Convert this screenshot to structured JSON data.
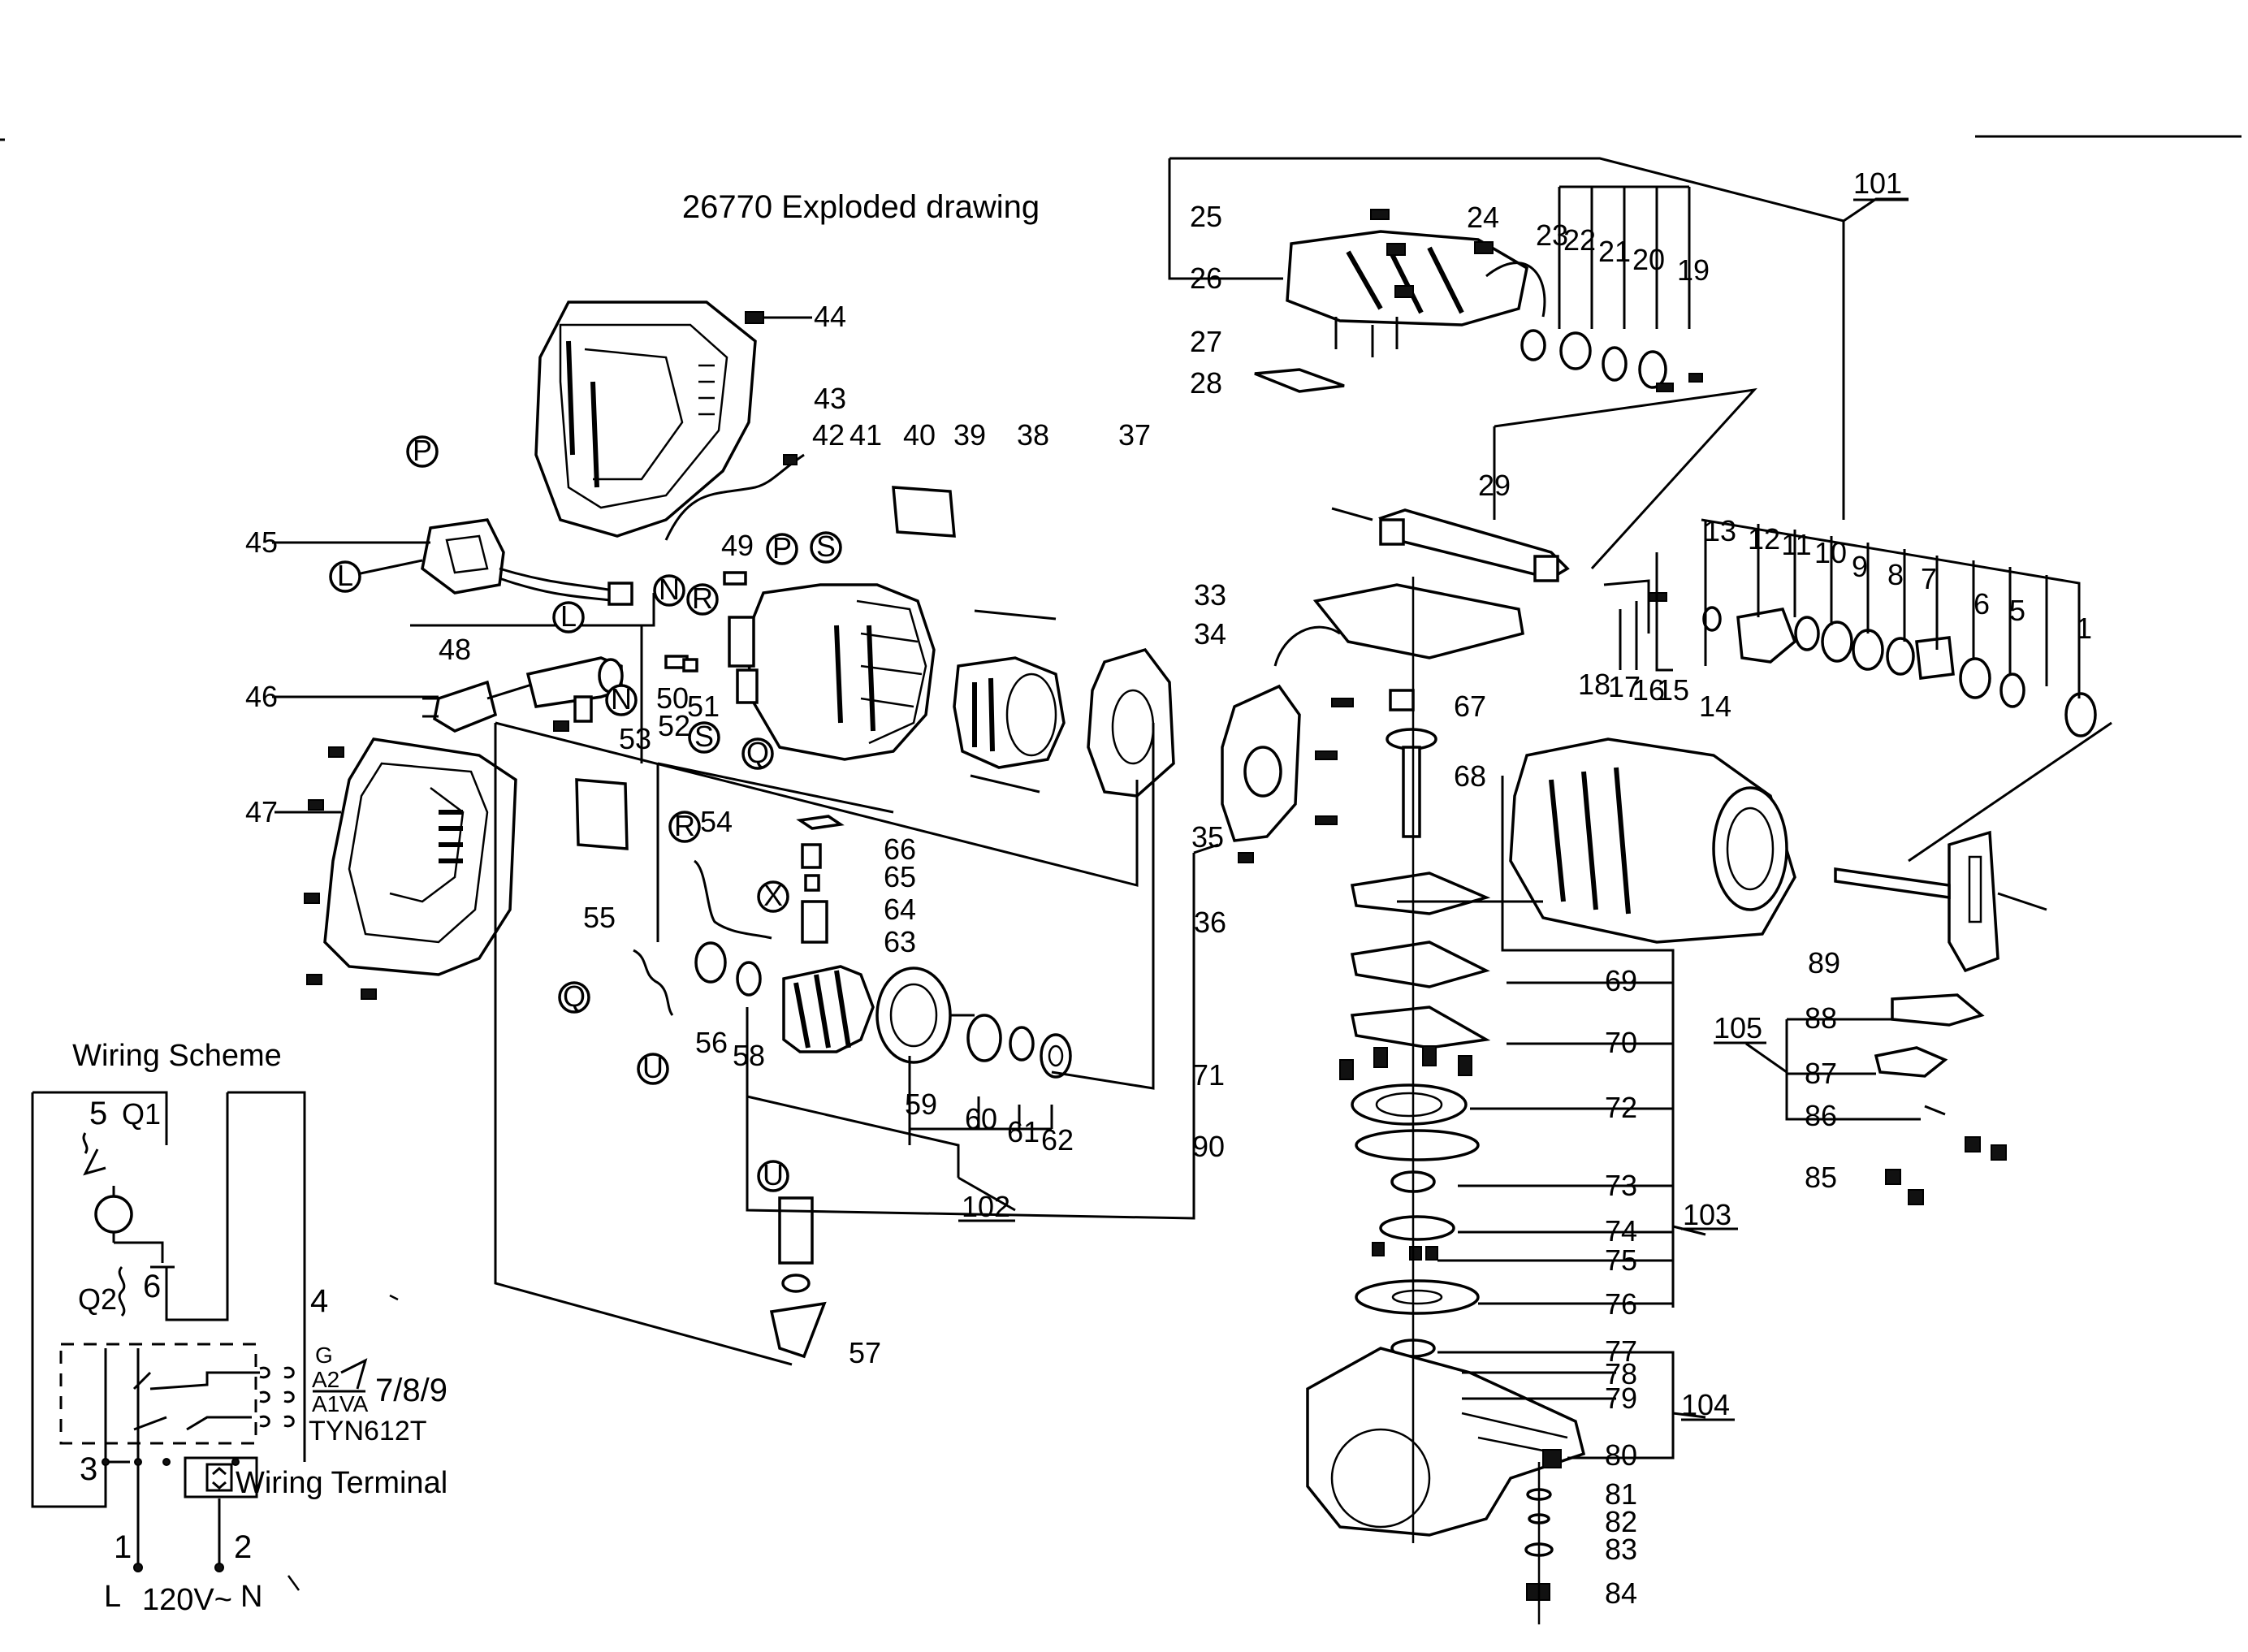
{
  "title": "26770 Exploded drawing",
  "wiring": {
    "title": "Wiring Scheme",
    "q1": "Q1",
    "q2": "Q2",
    "g": "G",
    "a2": "A2",
    "a1": "A1",
    "va": "VA",
    "triac": "TYN612T",
    "terminal": "Wiring  Terminal",
    "l": "L",
    "n": "N",
    "voltage": "120V~",
    "nums": [
      "1",
      "2",
      "3",
      "4",
      "5",
      "6",
      "7/8/9"
    ]
  },
  "callouts": {
    "p": "P",
    "l": "L",
    "n": "N",
    "r": "R",
    "s": "S",
    "q": "Q",
    "u": "U",
    "x": "X"
  },
  "parts": [
    "1",
    "5",
    "6",
    "7",
    "8",
    "9",
    "10",
    "11",
    "12",
    "13",
    "14",
    "15",
    "16",
    "17",
    "18",
    "19",
    "20",
    "21",
    "22",
    "23",
    "24",
    "25",
    "26",
    "27",
    "28",
    "29",
    "33",
    "34",
    "35",
    "36",
    "37",
    "38",
    "39",
    "40",
    "41",
    "42",
    "43",
    "44",
    "45",
    "46",
    "47",
    "48",
    "49",
    "50",
    "51",
    "52",
    "53",
    "54",
    "55",
    "56",
    "57",
    "58",
    "59",
    "60",
    "61",
    "62",
    "63",
    "64",
    "65",
    "66",
    "67",
    "68",
    "69",
    "70",
    "71",
    "72",
    "73",
    "74",
    "75",
    "76",
    "77",
    "78",
    "79",
    "80",
    "81",
    "82",
    "83",
    "84",
    "85",
    "86",
    "87",
    "88",
    "89",
    "90"
  ],
  "groups": [
    "101",
    "102",
    "103",
    "104",
    "105"
  ]
}
